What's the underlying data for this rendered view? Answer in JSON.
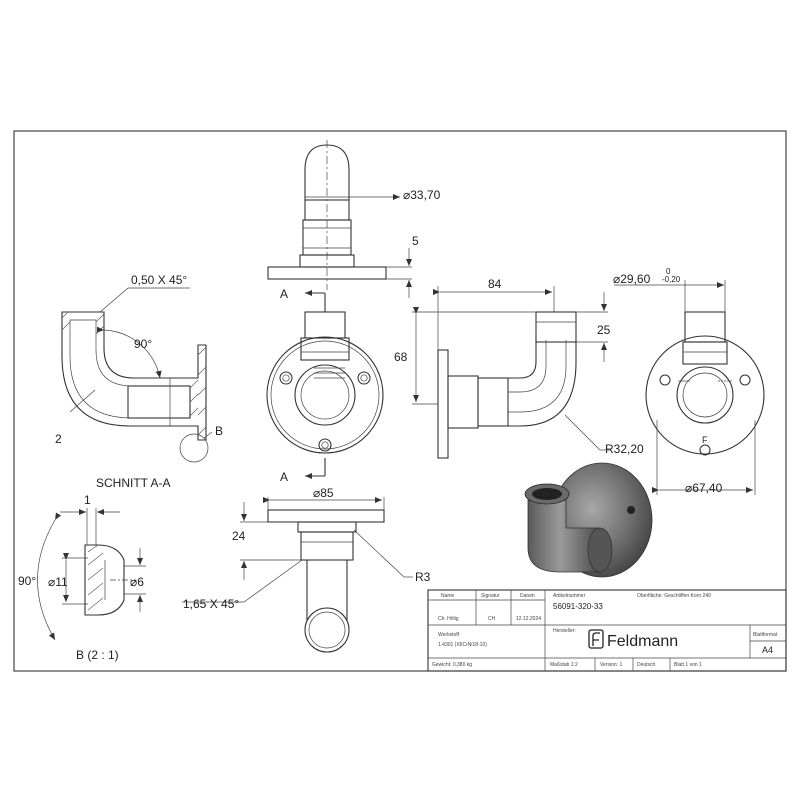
{
  "dimensions": {
    "cham_top": "0,50 X 45°",
    "angle_90": "90°",
    "wall_2": "2",
    "detail_b": "B",
    "section_label": "SCHNITT A-A",
    "section_a_top": "A",
    "section_a_bottom": "A",
    "dia_top": "⌀33,70",
    "dim_5": "5",
    "dim_84": "84",
    "dia_2960": "⌀29,60",
    "tol_upper": "0",
    "tol_lower": "-0,20",
    "dim_25": "25",
    "dim_68": "68",
    "r3220": "R32,20",
    "dia_6740": "⌀67,40",
    "dia_85": "⌀85",
    "dim_24": "24",
    "r3": "R3",
    "cham_bottom": "1,65 X 45°",
    "detail_1": "1",
    "detail_90": "90°",
    "detail_11": "⌀11",
    "detail_6": "⌀6",
    "detail_title": "B (2 : 1)",
    "mark_f": "F"
  },
  "title_block": {
    "name_h": "Name",
    "sig_h": "Signatur",
    "date_h": "Datum",
    "name_v": "Ch. Hölig",
    "sig_v": "CH",
    "date_v": "12.12.2024",
    "article_h": "Artikelnummer",
    "article_v": "56091-320-33",
    "surface": "Oberfläche: Geschliffen Korn 240",
    "material_h": "Werkstoff:",
    "material_v": "1.4301 (X5CrNi18-10)",
    "maker_h": "Hersteller:",
    "brand": "Feldmann",
    "format_h": "Blattformat",
    "format_v": "A4",
    "weight": "Gewicht: 0,380 kg",
    "scale": "Maßstab 1:2",
    "version": "Version: 1",
    "language": "Deutsch",
    "sheet": "Blatt 1 von 1"
  }
}
